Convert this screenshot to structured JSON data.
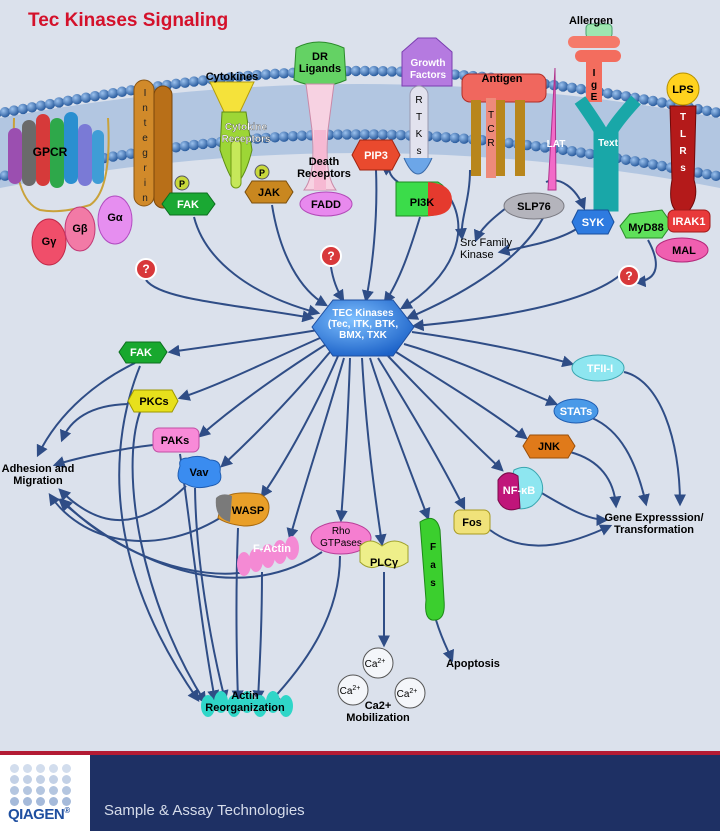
{
  "title": "Tec Kinases Signaling",
  "colors": {
    "background": "#dbe1ec",
    "title": "#d4112b",
    "footer": "#1e3064",
    "arrow": "#2f4d86",
    "membrane": "#3a6fb0"
  },
  "nodes": {
    "allergen": "Allergen",
    "ige": "IgE",
    "lps": "LPS",
    "dr_ligands": "DR\nLigands",
    "growth_factors": "Growth\nFactors",
    "antigen": "Antigen",
    "cytokines": "Cytokines",
    "cytokine_receptors": "Cytokine\nReceptors",
    "integrin": "Integrin",
    "rtks": "RTKs",
    "tcr": "TCR",
    "lat": "LAT",
    "text": "Text",
    "tlrs": "TLRs",
    "gpcr": "GPCR",
    "death_receptors": "Death\nReceptors",
    "pip3": "PIP3",
    "pi3k": "PI3K",
    "fak_top": "FAK",
    "jak": "JAK",
    "fadd": "FADD",
    "slp76": "SLP76",
    "syk": "SYK",
    "myd88": "MyD88",
    "irak1": "IRAK1",
    "mal": "MAL",
    "g_gamma": "Gγ",
    "g_beta": "Gβ",
    "g_alpha": "Gα",
    "phospho": "P",
    "src_family_kinase": "Src Family\nKinase",
    "unknown": "?",
    "tec_kinases": "TEC Kinases\n(Tec, ITK, BTK,\nBMX, TXK",
    "fak": "FAK",
    "pkcs": "PKCs",
    "paks": "PAKs",
    "vav": "Vav",
    "wasp": "WASP",
    "f_actin": "F-Actin",
    "rho_gtpases": "Rho\nGTPases",
    "plcg": "PLCγ",
    "fas": "Fas",
    "fos": "Fos",
    "nfkb": "NF-κB",
    "jnk": "JNK",
    "stats": "STATs",
    "tfii_i": "TFII-I",
    "adhesion_migration": "Adhesion and\nMigration",
    "actin_reorganization": "Actin\nReorganization",
    "ca2_mobilization": "Ca2+\nMobilization",
    "ca_ion": "Ca",
    "ca_charge": "2+",
    "apoptosis": "Apoptosis",
    "gene_expression": "Gene Expresssion/\nTransformation"
  },
  "footer": {
    "logo": "QIAGEN",
    "registered": "®",
    "tagline": "Sample & Assay Technologies"
  }
}
